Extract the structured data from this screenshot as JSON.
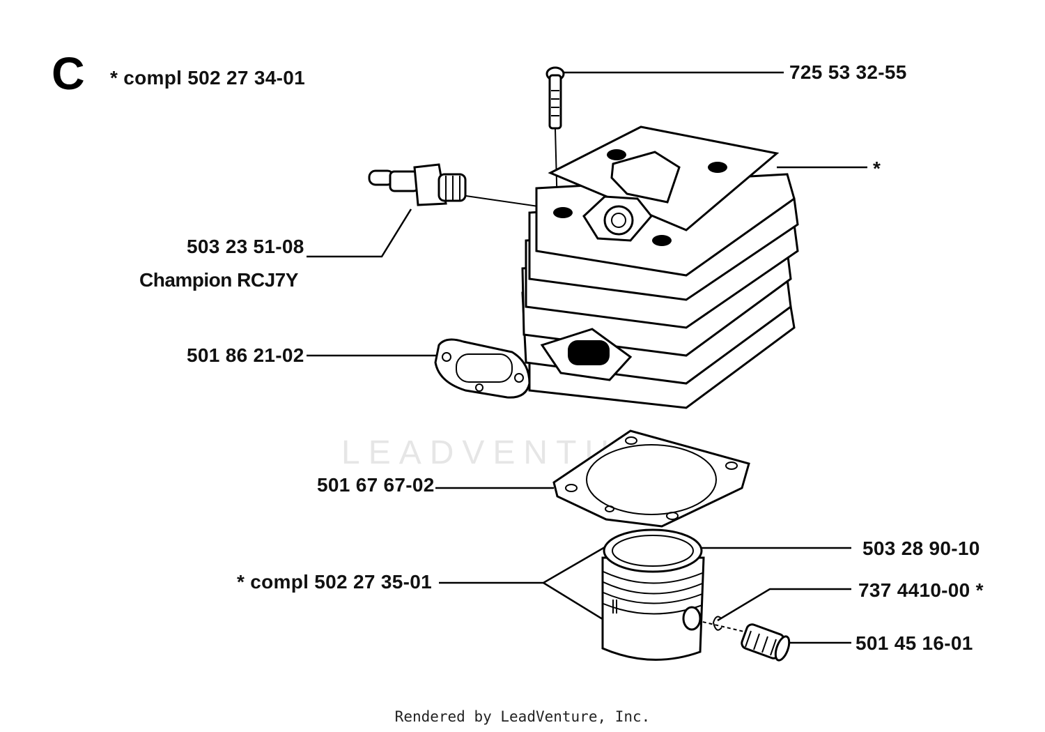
{
  "section": {
    "letter": "C",
    "kit": "*  compl 502 27 34-01"
  },
  "parts": {
    "screw": "725 53 32-55",
    "cylinder_star": "*",
    "spark_plug": "503 23 51-08",
    "spark_plug_type": "Champion RCJ7Y",
    "exhaust_gasket": "501 86 21-02",
    "base_gasket": "501 67 67-02",
    "piston_kit": "*  compl 502 27 35-01",
    "piston_ring": "503 28 90-10",
    "circlip": "737 4410-00  *",
    "needle_bearing": "501 45 16-01"
  },
  "watermark": "LEADVENTURE",
  "footer": "Rendered by LeadVenture, Inc."
}
